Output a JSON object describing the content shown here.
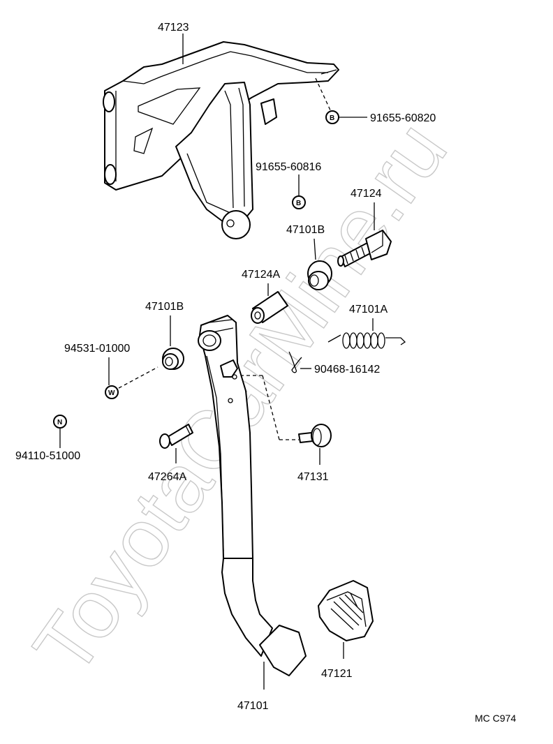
{
  "watermark": "ToyotaCarMine.ru",
  "diagram_code": "MC C974",
  "parts": {
    "bracket": "47123",
    "bolt_b_upper": "91655-60820",
    "bolt_b_lower": "91655-60816",
    "bolt": "47124",
    "bushing_right": "47101B",
    "collar": "47124A",
    "spring": "47101A",
    "bushing_left": "47101B",
    "washer": "94531-01000",
    "clip": "90468-16142",
    "nut": "94110-51000",
    "pin": "47264A",
    "stopper": "47131",
    "pedal_arm": "47101",
    "pedal_pad": "47121"
  },
  "symbols": {
    "bolt": "B",
    "washer": "W",
    "nut": "N"
  }
}
